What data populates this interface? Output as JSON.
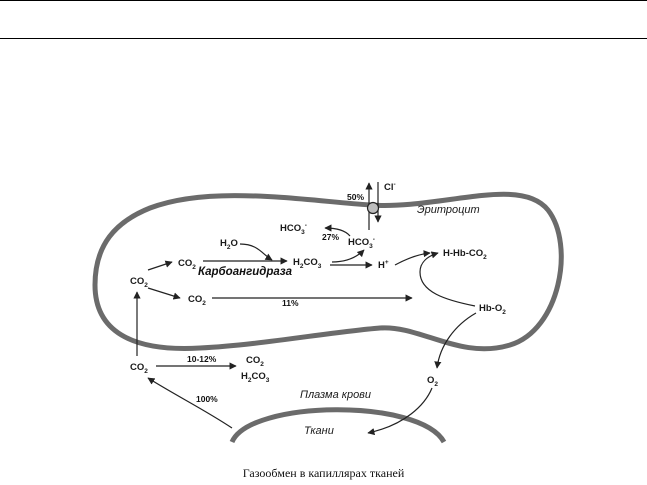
{
  "labels": {
    "erythrocyte": "Эритроцит",
    "plasma": "Плазма крови",
    "tissues": "Ткани",
    "enzyme": "Карбоангидраза",
    "h2o_base": "H",
    "h2o_sub": "2",
    "h2o_end": "O",
    "co2_base": "CO",
    "co2_sub": "2",
    "h2co3_a": "H",
    "h2co3_s1": "2",
    "h2co3_b": "CO",
    "h2co3_s2": "3",
    "hco3_base": "HCO",
    "hco3_sub": "3",
    "hco3_sup": "-",
    "h_plus_base": "H",
    "h_plus_sup": "+",
    "cl_base": "Cl",
    "cl_sup": "-",
    "hhbco2_a": "H-Hb-CO",
    "hhbco2_s": "2",
    "hbo2_a": "Hb-O",
    "hbo2_s": "2",
    "o2_a": "O",
    "o2_s": "2"
  },
  "percentages": {
    "chloride_shift": "50%",
    "hco3_return": "27%",
    "dissolved_cell": "11%",
    "plasma_dissolved": "10-12%",
    "tissue_total": "100%"
  },
  "caption": "Газообмен в капиллярах тканей"
}
